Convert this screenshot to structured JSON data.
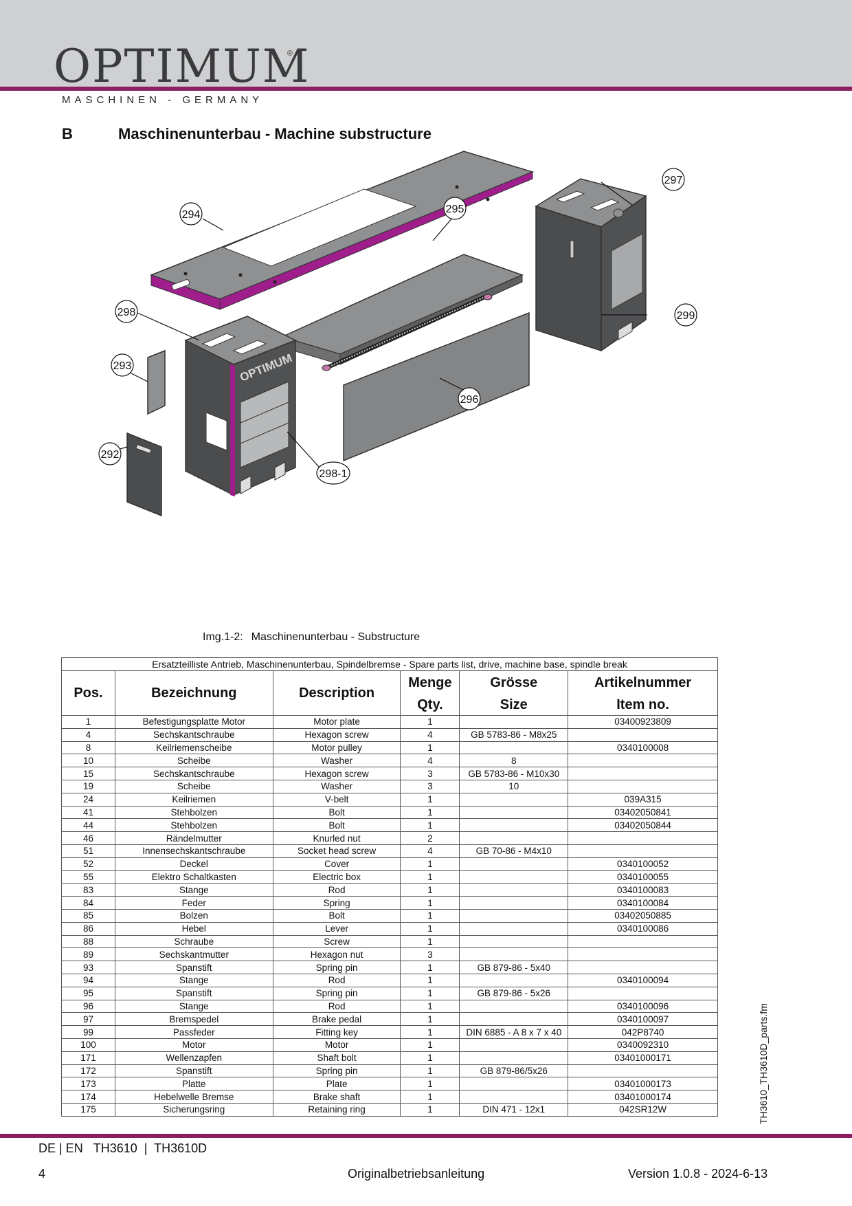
{
  "header": {
    "brand": "OPTIMUM",
    "registered": "®",
    "tagline": "MASCHINEN - GERMANY",
    "accent_color": "#8b1f5f",
    "band_color": "#cfd0d1"
  },
  "section": {
    "letter": "B",
    "title": "Maschinenunterbau - Machine substructure"
  },
  "drawing": {
    "panel_logo": "OPTIMUM",
    "callouts": [
      "294",
      "295",
      "297",
      "298",
      "299",
      "293",
      "296",
      "292",
      "298-1"
    ]
  },
  "caption": {
    "label": "Img.1-2:",
    "text": "Maschinenunterbau - Substructure"
  },
  "table": {
    "title": "Ersatzteilliste Antrieb, Maschinenunterbau, Spindelbremse - Spare parts list, drive, machine base, spindle break",
    "headers": {
      "pos": "Pos.",
      "bezeichnung": "Bezeichnung",
      "description": "Description",
      "menge": "Menge",
      "qty": "Qty.",
      "groesse": "Grösse",
      "size": "Size",
      "artikel": "Artikelnummer",
      "item": "Item no."
    },
    "rows": [
      [
        "1",
        "Befestigungsplatte Motor",
        "Motor plate",
        "1",
        "",
        "03400923809"
      ],
      [
        "4",
        "Sechskantschraube",
        "Hexagon screw",
        "4",
        "GB 5783-86 - M8x25",
        ""
      ],
      [
        "8",
        "Keilriemenscheibe",
        "Motor pulley",
        "1",
        "",
        "0340100008"
      ],
      [
        "10",
        "Scheibe",
        "Washer",
        "4",
        "8",
        ""
      ],
      [
        "15",
        "Sechskantschraube",
        "Hexagon screw",
        "3",
        "GB 5783-86 - M10x30",
        ""
      ],
      [
        "19",
        "Scheibe",
        "Washer",
        "3",
        "10",
        ""
      ],
      [
        "24",
        "Keilriemen",
        "V-belt",
        "1",
        "",
        "039A315"
      ],
      [
        "41",
        "Stehbolzen",
        "Bolt",
        "1",
        "",
        "03402050841"
      ],
      [
        "44",
        "Stehbolzen",
        "Bolt",
        "1",
        "",
        "03402050844"
      ],
      [
        "46",
        "Rändelmutter",
        "Knurled nut",
        "2",
        "",
        ""
      ],
      [
        "51",
        "Innensechskantschraube",
        "Socket head screw",
        "4",
        "GB 70-86 - M4x10",
        ""
      ],
      [
        "52",
        "Deckel",
        "Cover",
        "1",
        "",
        "0340100052"
      ],
      [
        "55",
        "Elektro Schaltkasten",
        "Electric box",
        "1",
        "",
        "0340100055"
      ],
      [
        "83",
        "Stange",
        "Rod",
        "1",
        "",
        "0340100083"
      ],
      [
        "84",
        "Feder",
        "Spring",
        "1",
        "",
        "0340100084"
      ],
      [
        "85",
        "Bolzen",
        "Bolt",
        "1",
        "",
        "03402050885"
      ],
      [
        "86",
        "Hebel",
        "Lever",
        "1",
        "",
        "0340100086"
      ],
      [
        "88",
        "Schraube",
        "Screw",
        "1",
        "",
        ""
      ],
      [
        "89",
        "Sechskantmutter",
        "Hexagon nut",
        "3",
        "",
        ""
      ],
      [
        "93",
        "Spanstift",
        "Spring pin",
        "1",
        "GB 879-86 - 5x40",
        ""
      ],
      [
        "94",
        "Stange",
        "Rod",
        "1",
        "",
        "0340100094"
      ],
      [
        "95",
        "Spanstift",
        "Spring pin",
        "1",
        "GB 879-86 - 5x26",
        ""
      ],
      [
        "96",
        "Stange",
        "Rod",
        "1",
        "",
        "0340100096"
      ],
      [
        "97",
        "Bremspedel",
        "Brake pedal",
        "1",
        "",
        "0340100097"
      ],
      [
        "99",
        "Passfeder",
        "Fitting key",
        "1",
        "DIN 6885 - A 8 x 7 x 40",
        "042P8740"
      ],
      [
        "100",
        "Motor",
        "Motor",
        "1",
        "",
        "0340092310"
      ],
      [
        "171",
        "Wellenzapfen",
        "Shaft bolt",
        "1",
        "",
        "03401000171"
      ],
      [
        "172",
        "Spanstift",
        "Spring pin",
        "1",
        "GB 879-86/5x26",
        ""
      ],
      [
        "173",
        "Platte",
        "Plate",
        "1",
        "",
        "03401000173"
      ],
      [
        "174",
        "Hebelwelle Bremse",
        "Brake shaft",
        "1",
        "",
        "03401000174"
      ],
      [
        "175",
        "Sicherungsring",
        "Retaining ring",
        "1",
        "DIN 471 - 12x1",
        "042SR12W"
      ]
    ]
  },
  "side_label": "TH3610_TH3610D_parts.fm",
  "footer": {
    "lang": "DE | EN",
    "models": "TH3610  |  TH3610D",
    "page": "4",
    "doc": "Originalbetriebsanleitung",
    "version": "Version 1.0.8 - 2024-6-13"
  }
}
